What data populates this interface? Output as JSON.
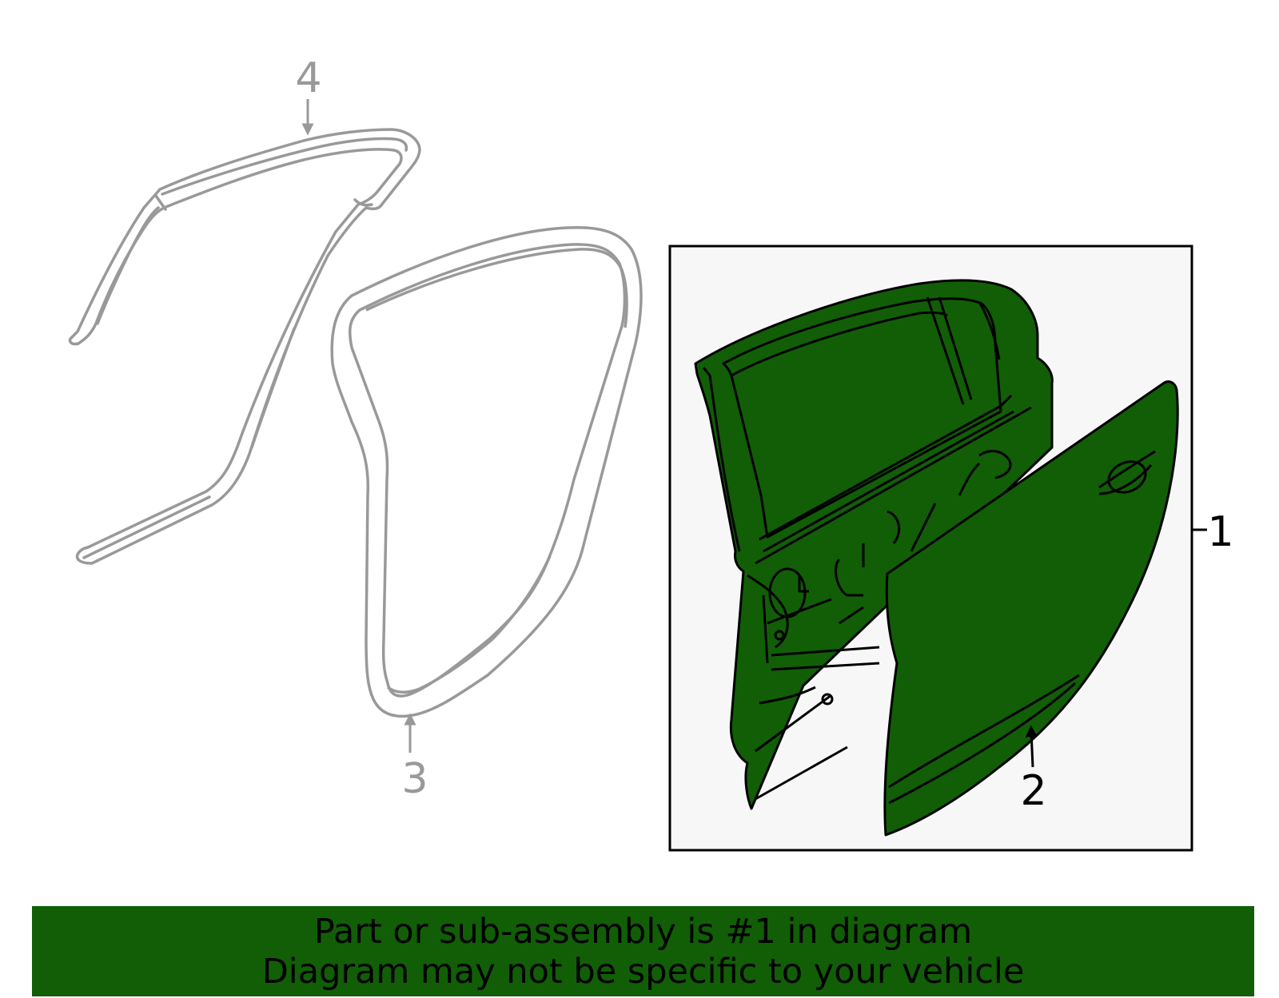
{
  "colors": {
    "part_fill": "#115e07",
    "part_outline": "#000000",
    "secondary_parts": "#999999",
    "inset_background": "#f7f7f7",
    "banner_background": "#115e07"
  },
  "callouts": {
    "one": "1",
    "two": "2",
    "three": "3",
    "four": "4"
  },
  "banner": {
    "line1": "Part or sub-assembly is #1 in diagram",
    "line2": "Diagram may not be specific to your vehicle"
  }
}
